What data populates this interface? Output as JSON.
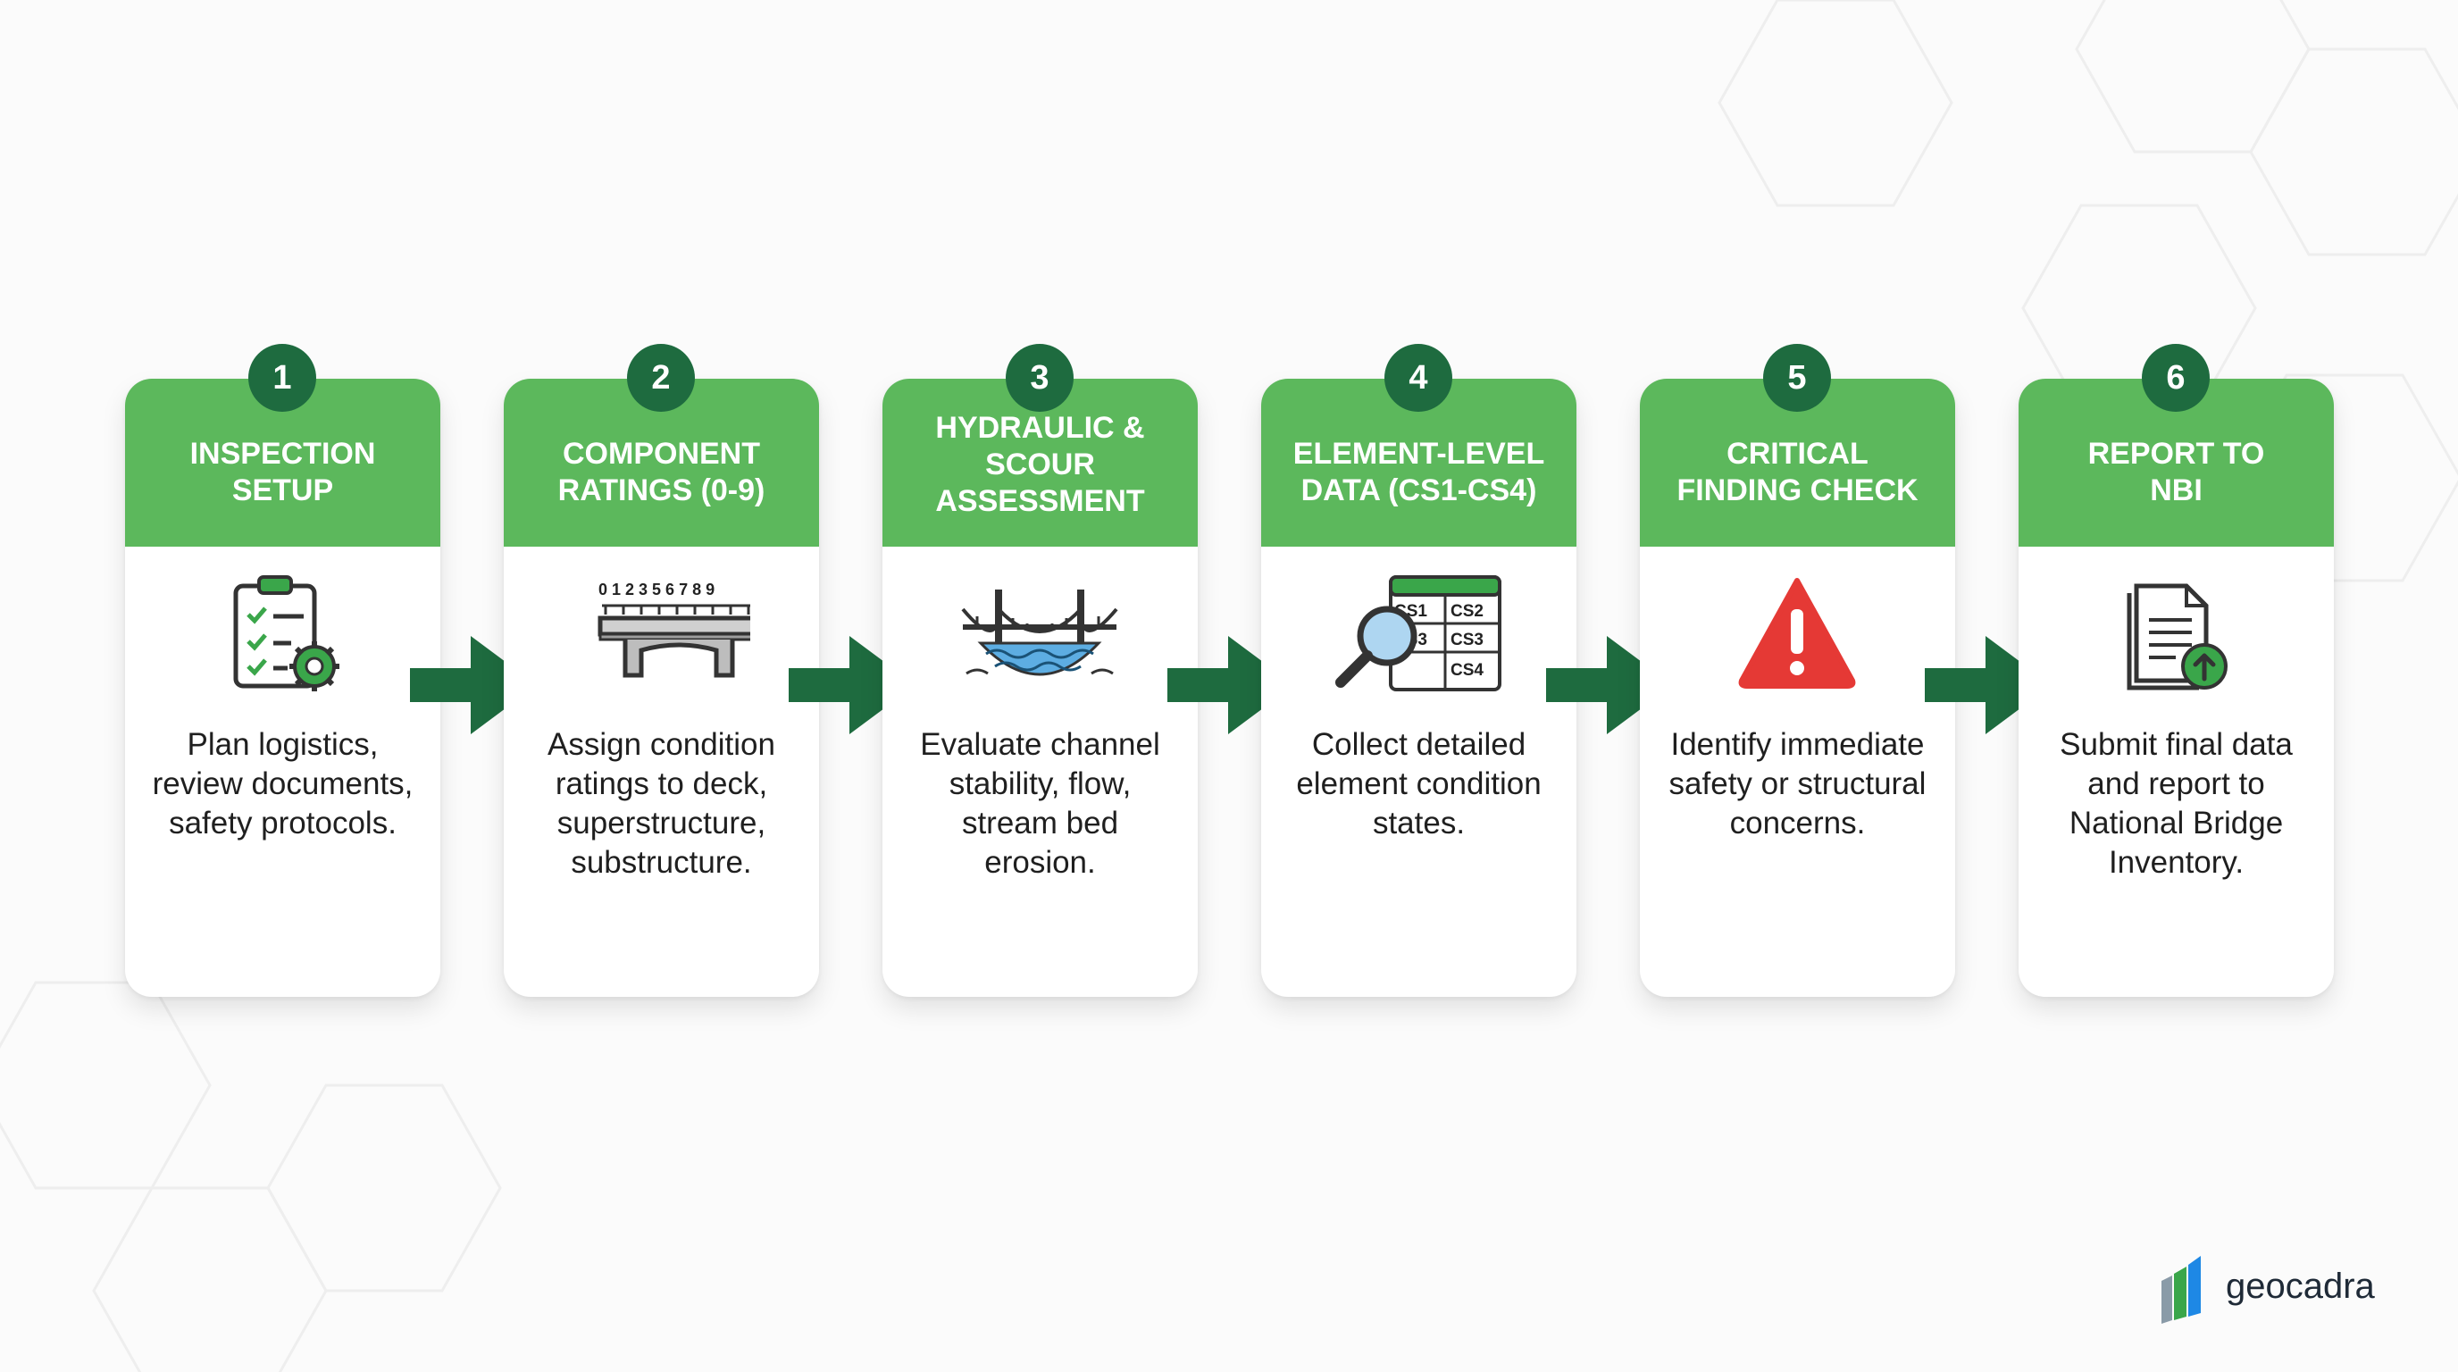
{
  "steps": [
    {
      "number": "1",
      "title": "INSPECTION\nSETUP",
      "description": "Plan logistics,\nreview documents,\nsafety protocols.",
      "icon": "clipboard-gear-icon"
    },
    {
      "number": "2",
      "title": "COMPONENT\nRATINGS (0-9)",
      "description": "Assign condition\nratings to deck,\nsuperstructure,\nsubstructure.",
      "icon": "bridge-rating-scale-icon",
      "scale_labels": "0 1 2 3 5 6 7 8 9"
    },
    {
      "number": "3",
      "title": "HYDRAULIC &\nSCOUR\nASSESSMENT",
      "description": "Evaluate channel\nstability, flow,\nstream bed\nerosion.",
      "icon": "suspension-bridge-water-icon"
    },
    {
      "number": "4",
      "title": "ELEMENT-LEVEL\nDATA (CS1-CS4)",
      "description": "Collect detailed\nelement condition\nstates.",
      "icon": "magnifier-table-icon",
      "table_cells": [
        "CS1",
        "CS2",
        "CS3",
        "CS3",
        "CS4"
      ]
    },
    {
      "number": "5",
      "title": "CRITICAL\nFINDING CHECK",
      "description": "Identify immediate\nsafety or structural\nconcerns.",
      "icon": "warning-icon"
    },
    {
      "number": "6",
      "title": "REPORT TO\nNBI",
      "description": "Submit final data\nand report to\nNational Bridge\nInventory.",
      "icon": "document-upload-icon"
    }
  ],
  "logo": {
    "text": "geocadra",
    "icon": "bar-chart-logo-icon"
  },
  "colors": {
    "header_green": "#5cb85c",
    "dark_green": "#1e6b3f",
    "icon_green": "#3aa64a",
    "warning_red": "#e53935"
  }
}
